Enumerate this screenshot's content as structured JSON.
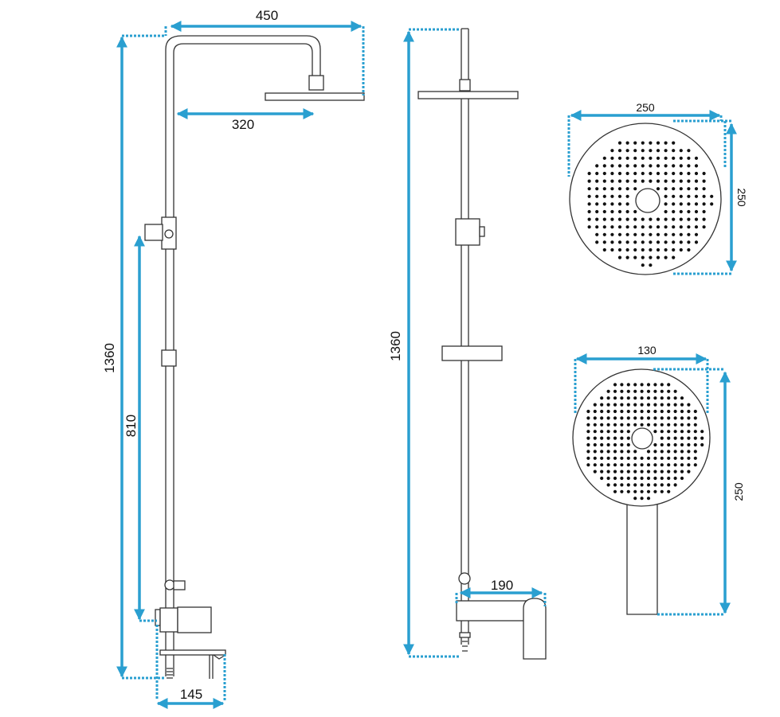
{
  "title": "Shower set technical drawing",
  "accent_color": "#2a9fd0",
  "side_view": {
    "width_total": "450",
    "arm_reach": "320",
    "height_total": "1360",
    "mixer_height": "810",
    "mixer_depth": "145"
  },
  "front_view": {
    "height_total": "1360",
    "spout_reach": "190"
  },
  "head_shower": {
    "width": "250",
    "height": "250"
  },
  "hand_shower": {
    "width": "130",
    "length": "250"
  }
}
